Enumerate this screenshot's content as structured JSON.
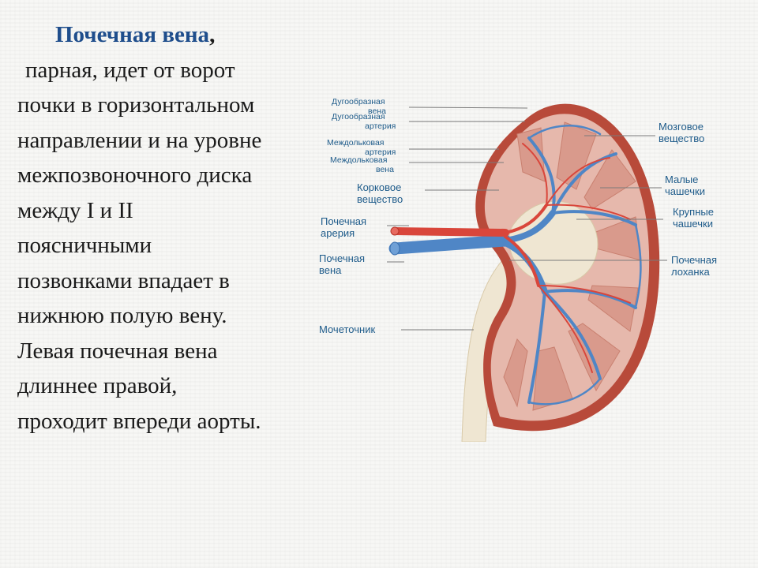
{
  "slide": {
    "title": "Почечная вена",
    "title_punct": ",",
    "lines": [
      "парная, идет от ворот",
      "почки в горизонтальном",
      "направлении и на уровне",
      "межпозвоночного диска",
      "между I и II",
      "поясничными",
      "позвонками впадает в",
      "нижнюю полую вену.",
      "Левая почечная вена",
      "длиннее правой,",
      "проходит впереди аорты."
    ]
  },
  "diagram": {
    "labels_left": [
      [
        "Дугообразная",
        "вена"
      ],
      [
        "Дугообразная",
        "артерия"
      ],
      [
        "Междольковая",
        "артерия"
      ],
      [
        "Междольковая",
        "вена"
      ],
      [
        "Корковое",
        "вещество"
      ],
      [
        "Почечная",
        "арерия"
      ],
      [
        "Почечная",
        "вена"
      ],
      [
        "Мочеточник"
      ]
    ],
    "labels_right": [
      [
        "Мозговое",
        "вещество"
      ],
      [
        "Малые",
        "чашечки"
      ],
      [
        "Крупные",
        "чашечки"
      ],
      [
        "Почечная",
        "лоханка"
      ]
    ],
    "colors": {
      "vein": "#4f86c6",
      "artery": "#d9463b",
      "capsule": "#b84a3a",
      "cortex": "#e6b8ac",
      "pyramid": "#d99a8c",
      "pelvis": "#efe6d2",
      "label": "#1e5b8a"
    }
  }
}
